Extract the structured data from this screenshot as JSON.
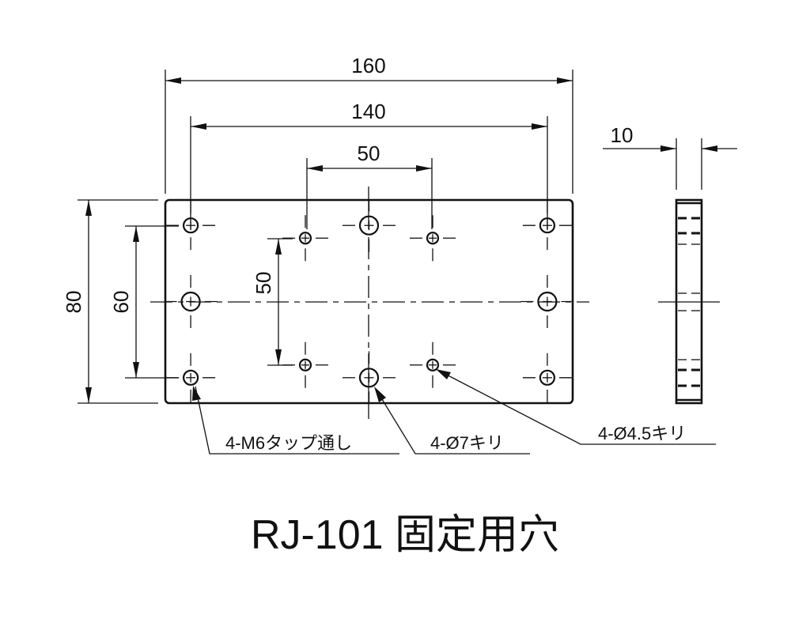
{
  "title": {
    "part_number": "RJ-101",
    "label": "固定用穴"
  },
  "plate": {
    "width_mm": 160,
    "height_mm": 80,
    "thickness_mm": 10
  },
  "dimensions": {
    "overall_width": "160",
    "m6_pitch_x": "140",
    "small_hole_pitch_x": "50",
    "overall_height": "80",
    "m6_pitch_y": "60",
    "small_hole_pitch_y": "50",
    "thickness": "10"
  },
  "callouts": {
    "m6": "4-M6タップ通し",
    "d7": "4-Ø7キリ",
    "d45": "4-Ø4.5キリ"
  },
  "holes": {
    "m6_tapped": [
      [
        -70,
        30
      ],
      [
        70,
        30
      ],
      [
        -70,
        -30
      ],
      [
        70,
        -30
      ]
    ],
    "d7_through": [
      [
        0,
        30
      ],
      [
        0,
        -30
      ],
      [
        -70,
        0
      ],
      [
        70,
        0
      ]
    ],
    "d45_through": [
      [
        -25,
        25
      ],
      [
        25,
        25
      ],
      [
        -25,
        -25
      ],
      [
        25,
        -25
      ]
    ]
  }
}
